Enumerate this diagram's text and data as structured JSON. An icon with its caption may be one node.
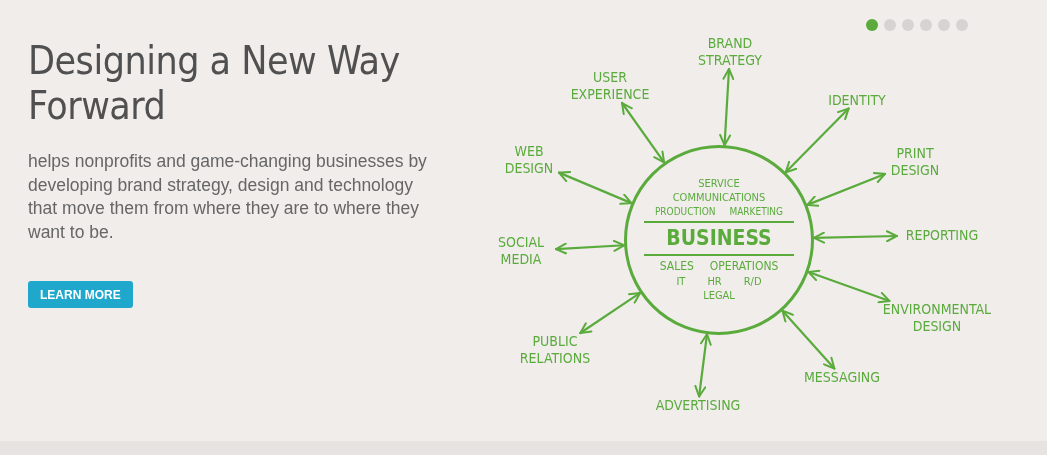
{
  "diagram": {
    "title": "Designing a New Way Forward",
    "nodes": [
      {
        "text": [
          "SERVICE",
          "COMMUNICATIONS",
          "PRODUCTION",
          "MARKETING",
          "BUSINESS",
          "SALES",
          "OPERATIONS",
          "IT",
          "HR",
          "R/D",
          "LEGAL"
        ]
      },
      {
        "text": [
          "BRAND STRATEGY"
        ]
      },
      {
        "text": [
          "IDENTITY"
        ]
      },
      {
        "text": [
          "PRINT DESIGN"
        ]
      },
      {
        "text": [
          "REPORTING"
        ]
      },
      {
        "text": [
          "ENVIRONMENTAL DESIGN"
        ]
      },
      {
        "text": [
          "MESSAGING"
        ]
      },
      {
        "text": [
          "ADVERTISING"
        ]
      },
      {
        "text": [
          "PUBLIC RELATIONS"
        ]
      },
      {
        "text": [
          "SOCIAL MEDIA"
        ]
      },
      {
        "text": [
          "WEB DESIGN"
        ]
      },
      {
        "text": [
          "USER EXPERIENCE"
        ]
      }
    ],
    "edges": [
      {
        "from": 0,
        "to": 1,
        "arrow": "both"
      },
      {
        "from": 0,
        "to": 2,
        "arrow": "both"
      },
      {
        "from": 0,
        "to": 3,
        "arrow": "both"
      },
      {
        "from": 0,
        "to": 4,
        "arrow": "both"
      },
      {
        "from": 0,
        "to": 5,
        "arrow": "both"
      },
      {
        "from": 0,
        "to": 6,
        "arrow": "both"
      },
      {
        "from": 0,
        "to": 7,
        "arrow": "both"
      },
      {
        "from": 0,
        "to": 8,
        "arrow": "both"
      },
      {
        "from": 0,
        "to": 9,
        "arrow": "both"
      },
      {
        "from": 0,
        "to": 10,
        "arrow": "both"
      },
      {
        "from": 0,
        "to": 11,
        "arrow": "both"
      }
    ],
    "labels": [
      "helps nonprofits and game-changing businesses by developing brand strategy, design and technology that move them from where they are to where they want to be.",
      "LEARN MORE"
    ]
  }
}
